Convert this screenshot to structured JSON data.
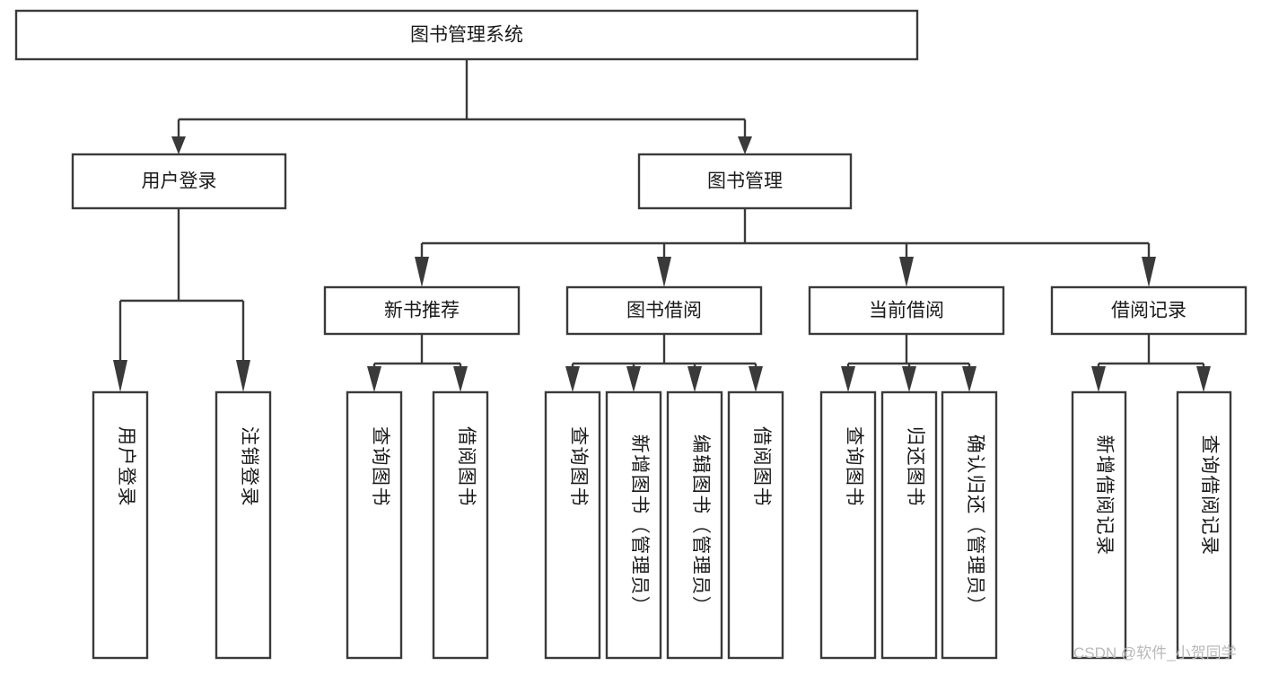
{
  "diagram": {
    "title": "图书管理系统",
    "type": "hierarchy-tree",
    "orientation": "top-down",
    "colors": {
      "stroke": "#3a3a3a",
      "fill": "#ffffff",
      "text": "#1a1a1a",
      "watermark": "#b9b9b9"
    },
    "root": {
      "label": "图书管理系统"
    },
    "level2": [
      {
        "label": "用户登录"
      },
      {
        "label": "图书管理"
      }
    ],
    "level3": [
      {
        "label": "新书推荐"
      },
      {
        "label": "图书借阅"
      },
      {
        "label": "当前借阅"
      },
      {
        "label": "借阅记录"
      }
    ],
    "leaves": {
      "user_login": [
        {
          "label": "用户登录"
        },
        {
          "label": "注销登录"
        }
      ],
      "new_book_recommend": [
        {
          "label": "查询图书"
        },
        {
          "label": "借阅图书"
        }
      ],
      "book_borrow": [
        {
          "label": "查询图书"
        },
        {
          "label": "新增图书（管理员）"
        },
        {
          "label": "编辑图书（管理员）"
        },
        {
          "label": "借阅图书"
        }
      ],
      "current_borrow": [
        {
          "label": "查询图书"
        },
        {
          "label": "归还图书"
        },
        {
          "label": "确认归还（管理员）"
        }
      ],
      "borrow_record": [
        {
          "label": "新增借阅记录"
        },
        {
          "label": "查询借阅记录"
        }
      ]
    }
  },
  "watermark": {
    "text": "CSDN @软件_小贺同学"
  }
}
